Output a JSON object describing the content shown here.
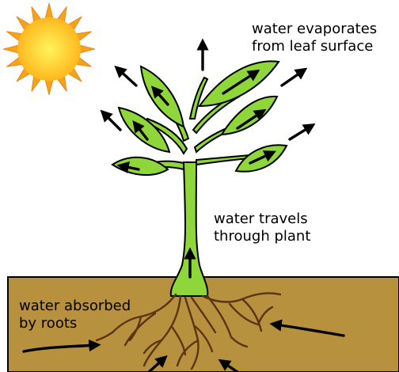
{
  "colors": {
    "sky": "#ffffff",
    "soil": "#b8913f",
    "plant": "#8fd63a",
    "outline": "#000000",
    "roots": "#5a3412",
    "sun_core": "#ffd82a",
    "sun_rays": "#f7a21b",
    "arrow": "#000000"
  },
  "icons": {
    "sun": "sun-icon",
    "arrow": "arrow-icon"
  },
  "labels": {
    "evaporates": [
      "water evaporates",
      "from leaf surface"
    ],
    "travels": [
      "water travels",
      "through plant"
    ],
    "absorbed": [
      "water absorbed",
      "by roots"
    ]
  }
}
